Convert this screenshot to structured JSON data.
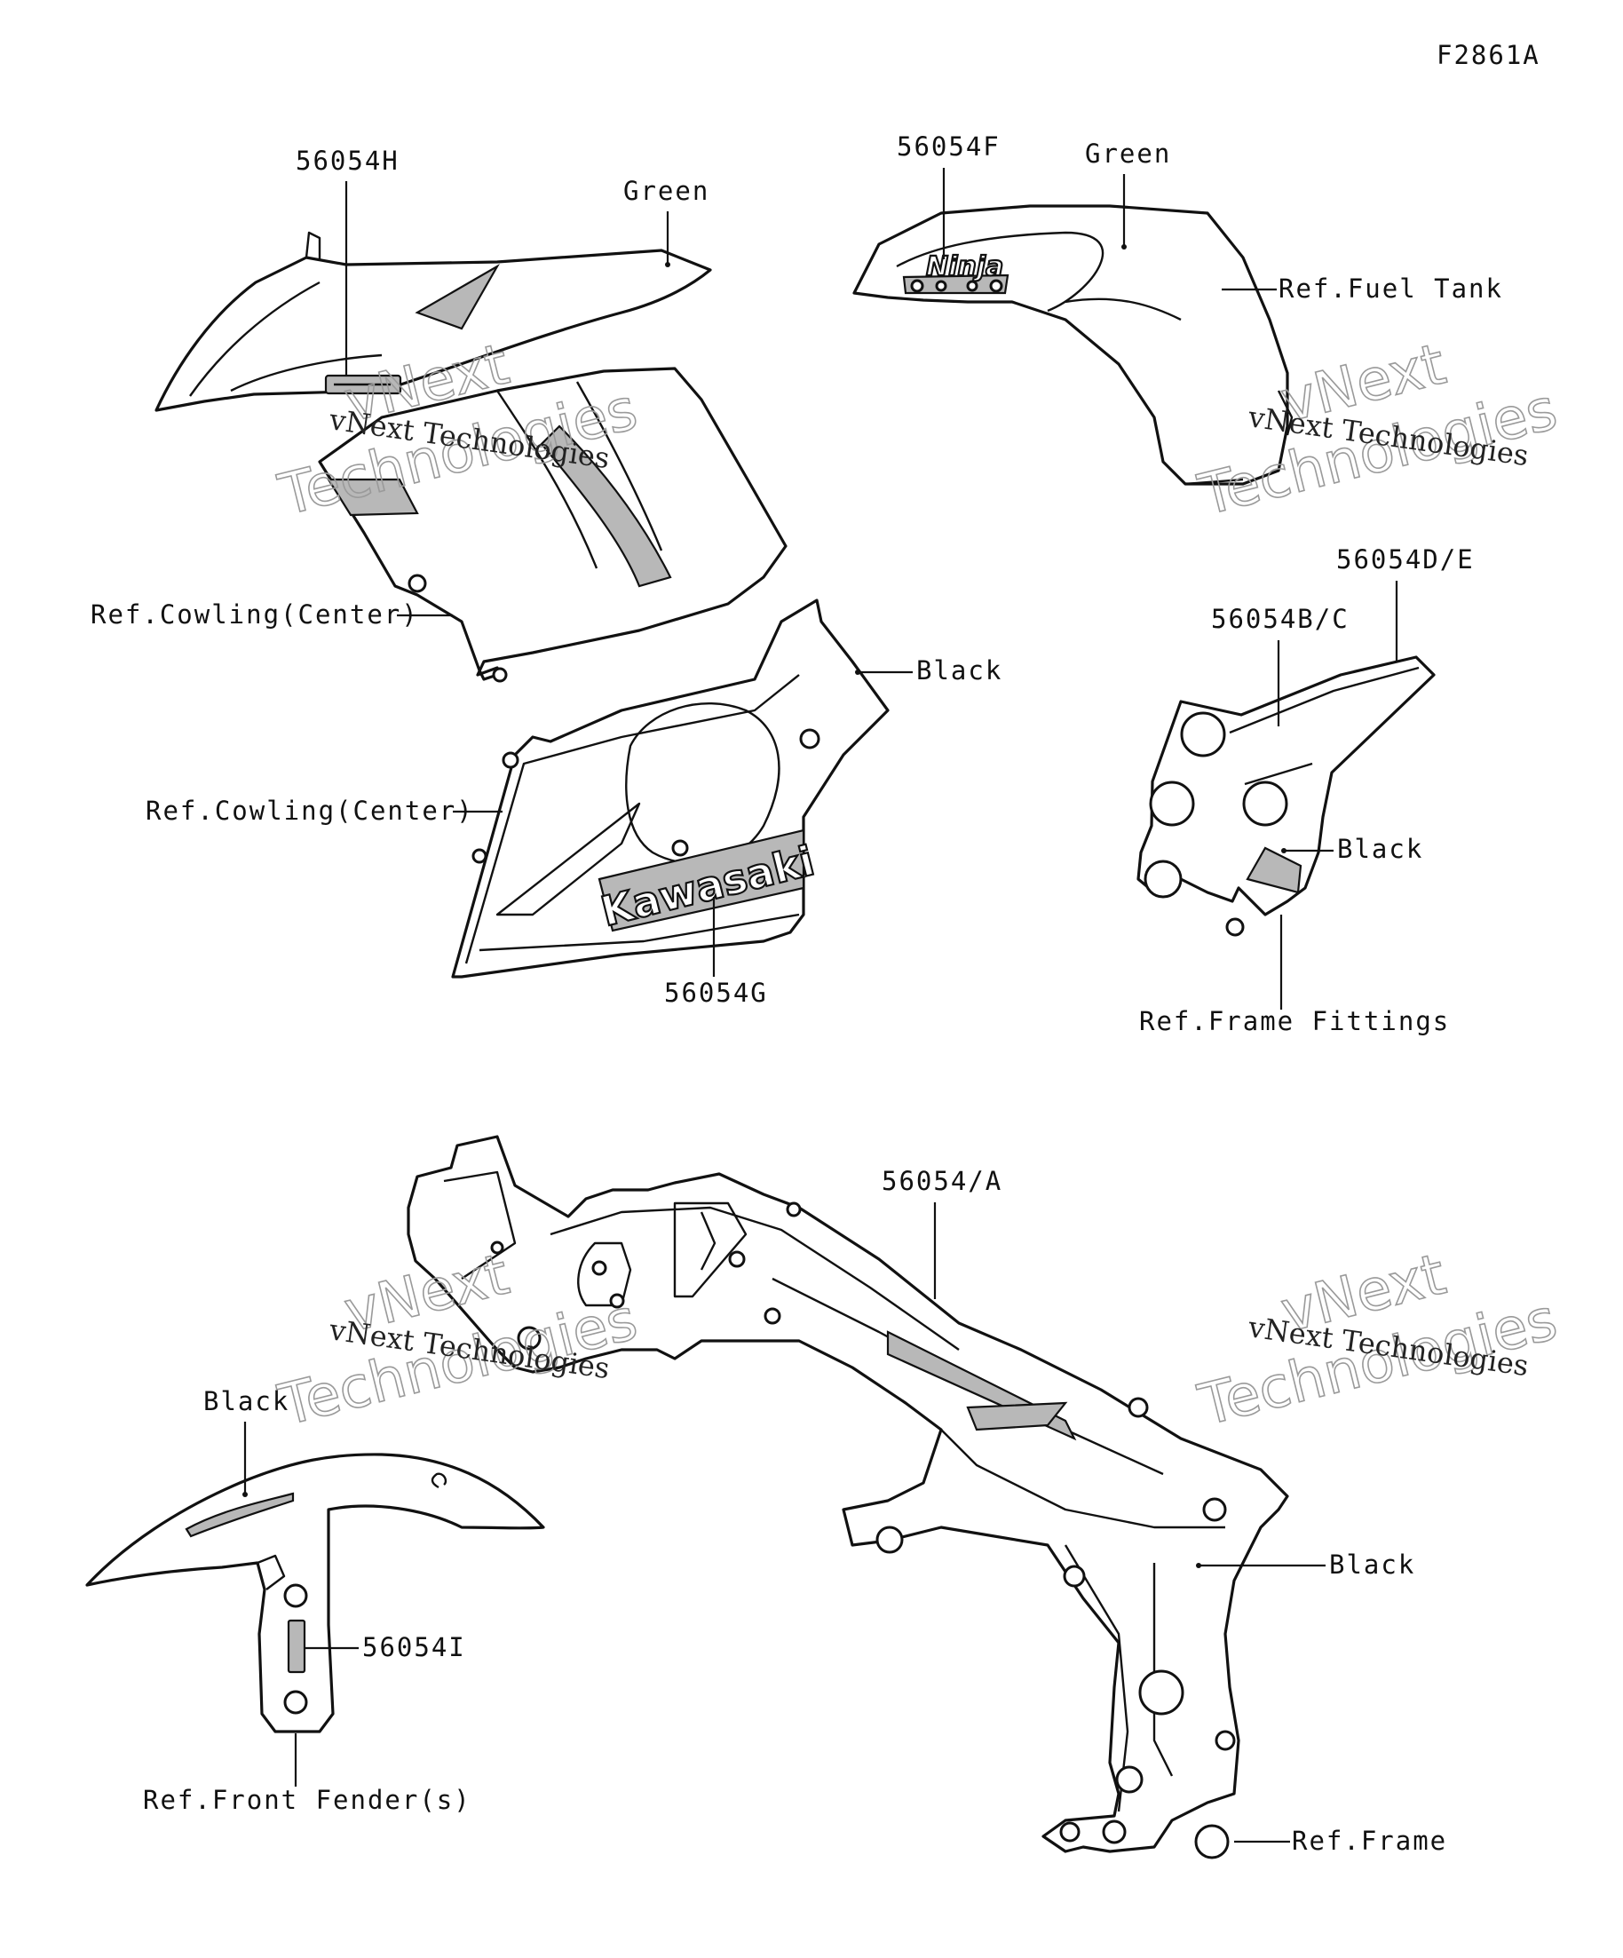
{
  "figure_code": "F2861A",
  "labels": {
    "p56054H": "56054H",
    "green_cowling": "Green",
    "ref_cowling_center_1": "Ref.Cowling(Center)",
    "p56054F": "56054F",
    "green_tank": "Green",
    "ref_fuel_tank": "Ref.Fuel Tank",
    "black_lower_cowl": "Black",
    "ref_cowling_center_2": "Ref.Cowling(Center)",
    "p56054G": "56054G",
    "p56054DE": "56054D/E",
    "p56054BC": "56054B/C",
    "black_fitting": "Black",
    "ref_frame_fittings": "Ref.Frame Fittings",
    "p56054A": "56054/A",
    "black_fender": "Black",
    "p56054I": "56054I",
    "ref_front_fender": "Ref.Front Fender(s)",
    "black_frame": "Black",
    "ref_frame": "Ref.Frame"
  },
  "decals": {
    "ninja": "Ninja",
    "kawasaki": "Kawasaki"
  },
  "watermark": {
    "line1": "vNext",
    "line2": "Technologies",
    "small": "vNext Technologies"
  }
}
